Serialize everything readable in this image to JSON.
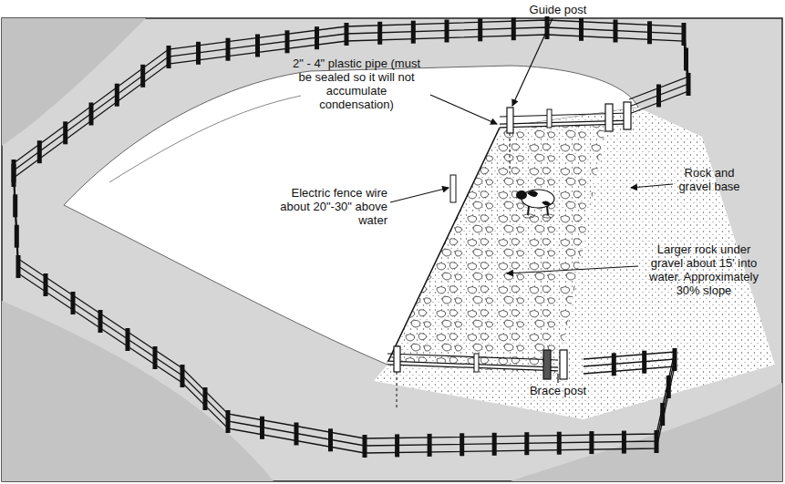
{
  "diagram": {
    "labels": [
      "Guide post",
      "2\" - 4\" plastic pipe (must be sealed so it will not accumulate condensation)",
      "Electric fence wire about 20\"-30\" above water",
      "Rock and gravel base",
      "Larger rock under gravel about 15' into water. Approximately 30% slope",
      "Brace post"
    ]
  }
}
